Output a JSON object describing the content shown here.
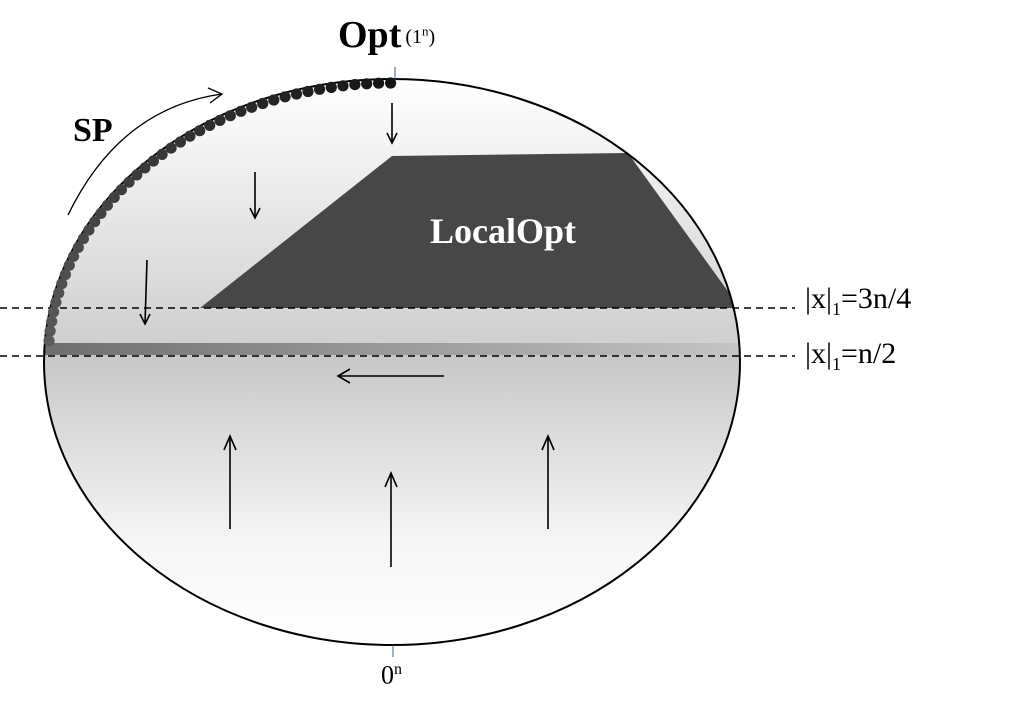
{
  "labels": {
    "opt": "Opt",
    "opt_point_base": "1",
    "opt_point_exp": "n",
    "sp": "SP",
    "local_opt": "LocalOpt",
    "line_upper_prefix": "|x|",
    "line_upper_sub": "1",
    "line_upper_value": "=3n/4",
    "line_lower_prefix": "|x|",
    "line_lower_sub": "1",
    "line_lower_value": "=n/2",
    "bottom_base": "0",
    "bottom_exp": "n"
  },
  "colors": {
    "local_opt_fill": "#474747",
    "path_dots_dark": "#141414",
    "path_dots_light": "#5a5a5a",
    "band": "#8a8a8a",
    "stroke": "#000000"
  }
}
